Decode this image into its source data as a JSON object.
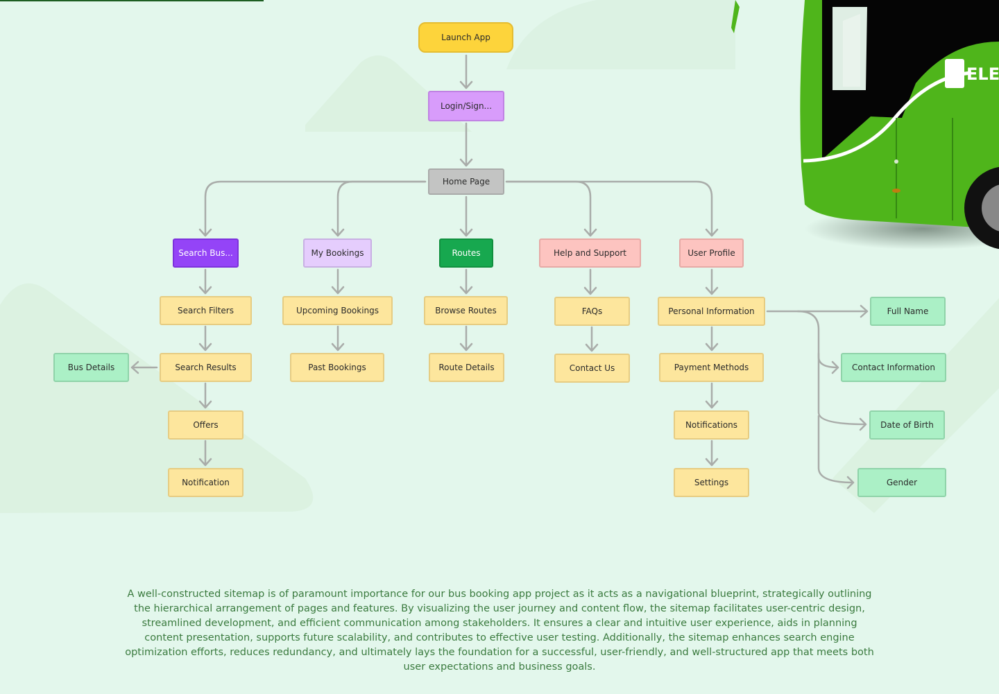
{
  "colors": {
    "background": "#e3f7ec",
    "connector": "#a9aca9",
    "launch": "#fdd43b",
    "login": "#d89cfb",
    "home": "#c3c4c3",
    "search_bus": "#9444f7",
    "my_bookings": "#e5cdfd",
    "routes": "#17a84f",
    "pink": "#fdc4c0",
    "yellow": "#fde69d",
    "green": "#abf0c6",
    "text": "#3a7a3e",
    "bus": "#4fb51b"
  },
  "bus_logo_text": "ELEC",
  "sitemap": {
    "launch": "Launch App",
    "login": "Login/Sign...",
    "home": "Home Page",
    "search_bus": "Search Bus...",
    "my_bookings": "My Bookings",
    "routes": "Routes",
    "help": "Help and Support",
    "user_profile": "User Profile",
    "search_filters": "Search Filters",
    "search_results": "Search Results",
    "bus_details": "Bus Details",
    "offers": "Offers",
    "notification": "Notification",
    "upcoming_bookings": "Upcoming Bookings",
    "past_bookings": "Past Bookings",
    "browse_routes": "Browse Routes",
    "route_details": "Route Details",
    "faqs": "FAQs",
    "contact_us": "Contact Us",
    "personal_information": "Personal Information",
    "payment_methods": "Payment Methods",
    "notifications": "Notifications",
    "settings": "Settings",
    "full_name": "Full Name",
    "contact_information": "Contact Information",
    "date_of_birth": "Date of Birth",
    "gender": "Gender"
  },
  "description": "A well-constructed sitemap is of paramount importance for our bus booking app project as it acts as a navigational blueprint, strategically outlining the hierarchical arrangement of pages and features. By visualizing the user journey and content flow, the sitemap facilitates user-centric design, streamlined development, and efficient communication among stakeholders. It ensures a clear and intuitive user experience, aids in planning content presentation, supports future scalability, and contributes to effective user testing. Additionally, the sitemap enhances search engine optimization efforts, reduces redundancy, and ultimately lays the foundation for a successful, user-friendly, and well-structured app that meets both user expectations and business goals."
}
